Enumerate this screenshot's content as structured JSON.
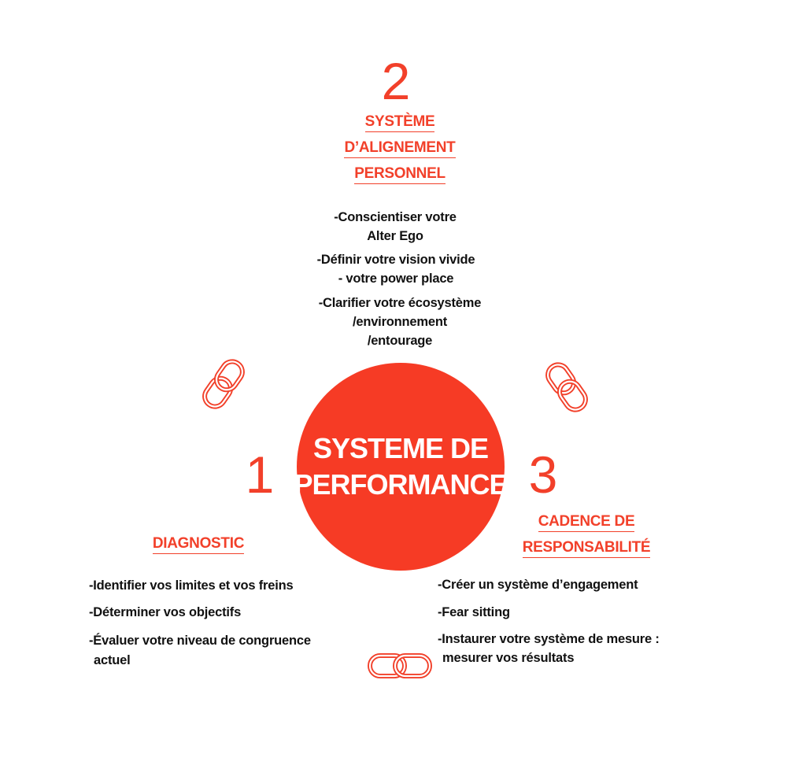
{
  "center": {
    "line1": "SYSTEME DE",
    "line2": "PERFORMANCE",
    "color": "#f63b25"
  },
  "accent_color": "#f2402a",
  "step2": {
    "number": "2",
    "title_lines": [
      "SYSTÈME",
      "D’ALIGNEMENT",
      "PERSONNEL"
    ],
    "items": [
      [
        "-Conscientiser votre",
        "Alter Ego"
      ],
      [
        "-Définir votre vision vivide",
        "- votre power place"
      ],
      [
        "-Clarifier votre écosystème",
        "/environnement",
        "/entourage"
      ]
    ]
  },
  "step1": {
    "number": "1",
    "title": "DIAGNOSTIC",
    "items": [
      "-Identifier vos limites  et vos freins",
      "-Déterminer vos objectifs",
      "-Évaluer votre niveau de congruence",
      "actuel"
    ]
  },
  "step3": {
    "number": "3",
    "title_lines": [
      "CADENCE DE",
      "RESPONSABILITÉ"
    ],
    "items": [
      "-Créer un système d’engagement",
      "-Fear sitting",
      "-Instaurer votre système de mesure :",
      "mesurer vos résultats"
    ]
  },
  "icons": {
    "left": "chain-link-icon",
    "right": "chain-link-icon",
    "bottom": "chain-link-icon"
  }
}
